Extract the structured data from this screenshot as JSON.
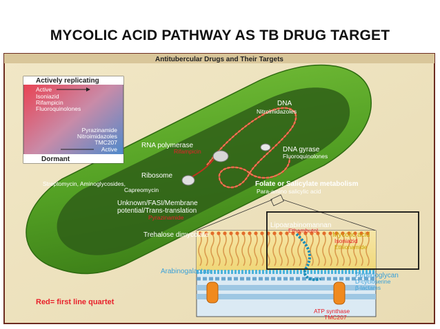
{
  "slide_title": "MYCOLIC ACID PATHWAY AS TB DRUG TARGET",
  "figure_title": "Antitubercular Drugs and Their Targets",
  "inset": {
    "heading": "Actively replicating",
    "active_label": "Active",
    "active_drugs": [
      "Isoniazid",
      "Rifampicin",
      "Fluoroquinolones"
    ],
    "dormant_drugs": [
      "Pyrazinamide",
      "Nitroimidazoles",
      "TMC207"
    ],
    "active_label2": "Active",
    "dormant_label": "Dormant"
  },
  "labels": {
    "dna": "DNA",
    "dna_drug": "Nitroimidazoles",
    "rna_pol": "RNA polymerase",
    "rna_pol_drug": "Rifampicin",
    "dna_gyrase": "DNA gyrase",
    "dna_gyrase_drug": "Fluoroquinolones",
    "ribosome": "Ribosome",
    "ribosome_drug1": "Streptomycin, Aminoglycosides,",
    "ribosome_drug2": "Capreomycin",
    "folate": "Folate or Salicylate metabolism",
    "folate_drug": "Para-amino salicylic acid",
    "unknown1": "Unknown/FASI/Membrane",
    "unknown2": "potential/Trans-translation",
    "unknown_drug": "Pyrazinamide",
    "lipo": "Lipoarabinomannan",
    "lipo_drug": "Ethambutol",
    "mycolic": "Mycolic acid",
    "mycolic_drug1": "Isoniazid",
    "mycolic_drug2": "Ethionamide",
    "trehalose": "Trehalose dimycolate",
    "arabino": "Arabinogalactan",
    "pepti": "Peptidoglycan",
    "pepti_drug1": "D-cycloserine",
    "pepti_drug2": "β-lactams",
    "atp": "ATP synthase",
    "atp_drug": "TMC207"
  },
  "footer_note": "Red= first line quartet",
  "colors": {
    "red_drug": "#e8202a",
    "bacterium": "#5aa828",
    "label_white": "#ffffff"
  }
}
